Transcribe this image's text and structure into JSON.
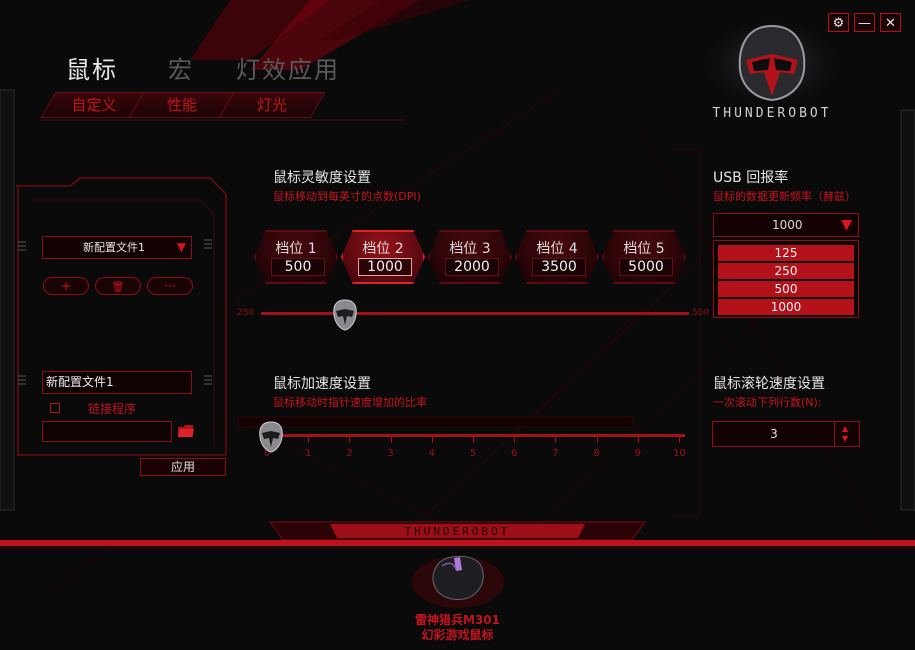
{
  "window": {
    "brand": "THUNDEROBOT",
    "controls": {
      "settings": "⚙",
      "minimize": "—",
      "close": "✕"
    }
  },
  "main_tabs": [
    {
      "label": "鼠标",
      "active": true
    },
    {
      "label": "宏",
      "active": false
    },
    {
      "label": "灯效应用",
      "active": false
    }
  ],
  "sub_tabs": [
    {
      "label": "自定义"
    },
    {
      "label": "性能"
    },
    {
      "label": "灯光"
    }
  ],
  "profile": {
    "selected": "新配置文件1",
    "buttons": {
      "add": "+",
      "delete": "🗑",
      "more": "···"
    },
    "name_value": "新配置文件1",
    "link_label": "链接程序",
    "path_value": "",
    "apply_label": "应用"
  },
  "dpi": {
    "title": "鼠标灵敏度设置",
    "subtitle": "鼠标移动到每英寸的点数(DPI)",
    "slots": [
      {
        "label": "档位 1",
        "value": "500"
      },
      {
        "label": "档位 2",
        "value": "1000"
      },
      {
        "label": "档位 3",
        "value": "2000"
      },
      {
        "label": "档位 4",
        "value": "3500"
      },
      {
        "label": "档位 5",
        "value": "5000"
      }
    ],
    "active_slot": 2,
    "slider_min": "250",
    "slider_max": "500"
  },
  "acceleration": {
    "title": "鼠标加速度设置",
    "subtitle": "鼠标移动时指针速度增加的比率",
    "ticks": [
      "0",
      "1",
      "2",
      "3",
      "4",
      "5",
      "6",
      "7",
      "8",
      "9",
      "10"
    ],
    "value": 0
  },
  "usb": {
    "title": "USB 回报率",
    "subtitle": "鼠标的数据更新频率（赫兹）",
    "selected": "1000",
    "options": [
      "125",
      "250",
      "500",
      "1000"
    ]
  },
  "scroll": {
    "title": "鼠标滚轮速度设置",
    "subtitle": "一次滚动下列行数(N):",
    "value": "3"
  },
  "footer": {
    "banner": "THUNDEROBOT",
    "product_name": "雷神猎兵M301",
    "product_desc": "幻彩游戏鼠标"
  },
  "colors": {
    "accent": "#c0121c",
    "background": "#0a0a0b"
  }
}
